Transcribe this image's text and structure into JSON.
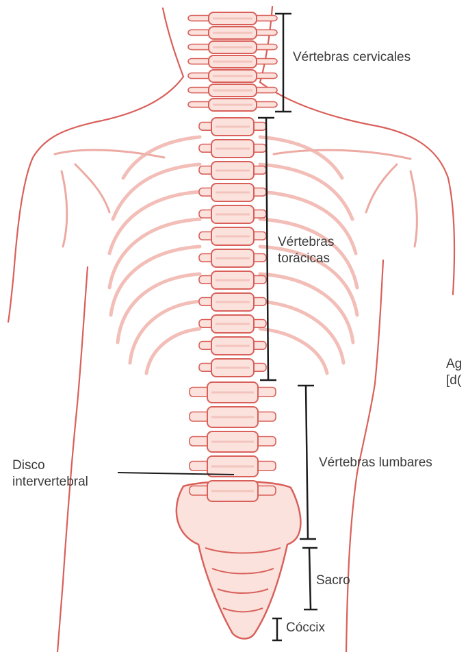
{
  "labels": {
    "cervical": "Vértebras cervicales",
    "thoracic_line1": "Vértebras",
    "thoracic_line2": "torácicas",
    "lumbar": "Vértebras lumbares",
    "disc_line1": "Disco",
    "disc_line2": "intervertebral",
    "sacrum": "Sacro",
    "coccyx": "Cóccix",
    "cut_off_line1": "Ag",
    "cut_off_line2": "[d("
  },
  "colors": {
    "anatomy": "#d9605a",
    "anatomy_light": "#f3c4bd",
    "anatomy_fill": "#fbe2dd",
    "bracket": "#1c1c1c",
    "label_text": "#3a3a3a"
  }
}
